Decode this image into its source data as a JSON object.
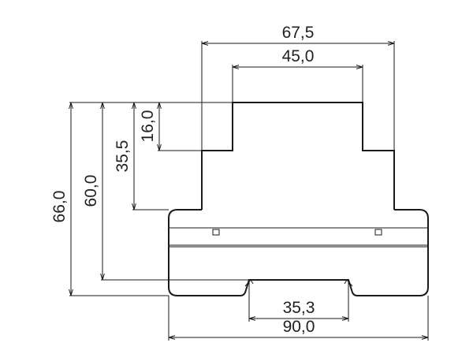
{
  "diagram": {
    "dimensions": {
      "width_top_step": "67,5",
      "width_top": "45,0",
      "height_top": "16,0",
      "height_mid": "35,5",
      "height_body": "60,0",
      "height_total": "66,0",
      "width_rail_gap": "35,3",
      "width_total": "90,0"
    }
  }
}
